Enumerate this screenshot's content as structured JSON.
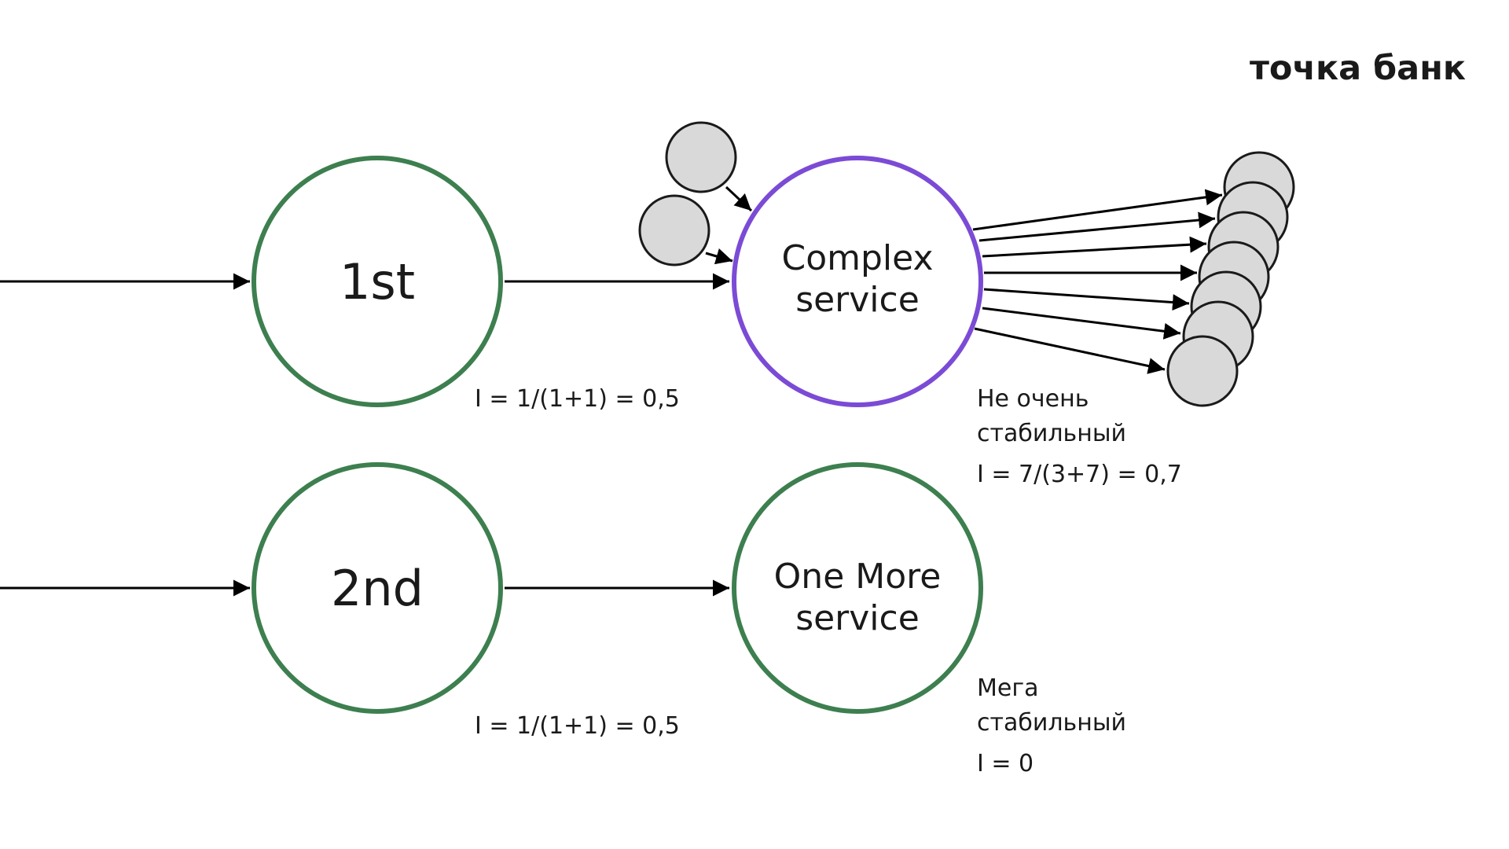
{
  "logo": "точка банк",
  "colors": {
    "stable": "#3d7f4f",
    "unstable": "#7b4bd6",
    "dependency_fill": "#d9d9d9",
    "dependency_stroke": "#1a1a1a",
    "arrow": "#000000"
  },
  "nodes": {
    "first": {
      "label": "1st",
      "metric": "I = 1/(1+1) = 0,5"
    },
    "second": {
      "label": "2nd",
      "metric": "I = 1/(1+1) = 0,5"
    },
    "complex": {
      "label_line1": "Complex",
      "label_line2": "service",
      "note_line1": "Не очень",
      "note_line2": "стабильный",
      "metric": "I = 7/(3+7) = 0,7"
    },
    "one_more": {
      "label_line1": "One More",
      "label_line2": "service",
      "note_line1": "Мега",
      "note_line2": "стабильный",
      "metric": "I = 0"
    }
  }
}
